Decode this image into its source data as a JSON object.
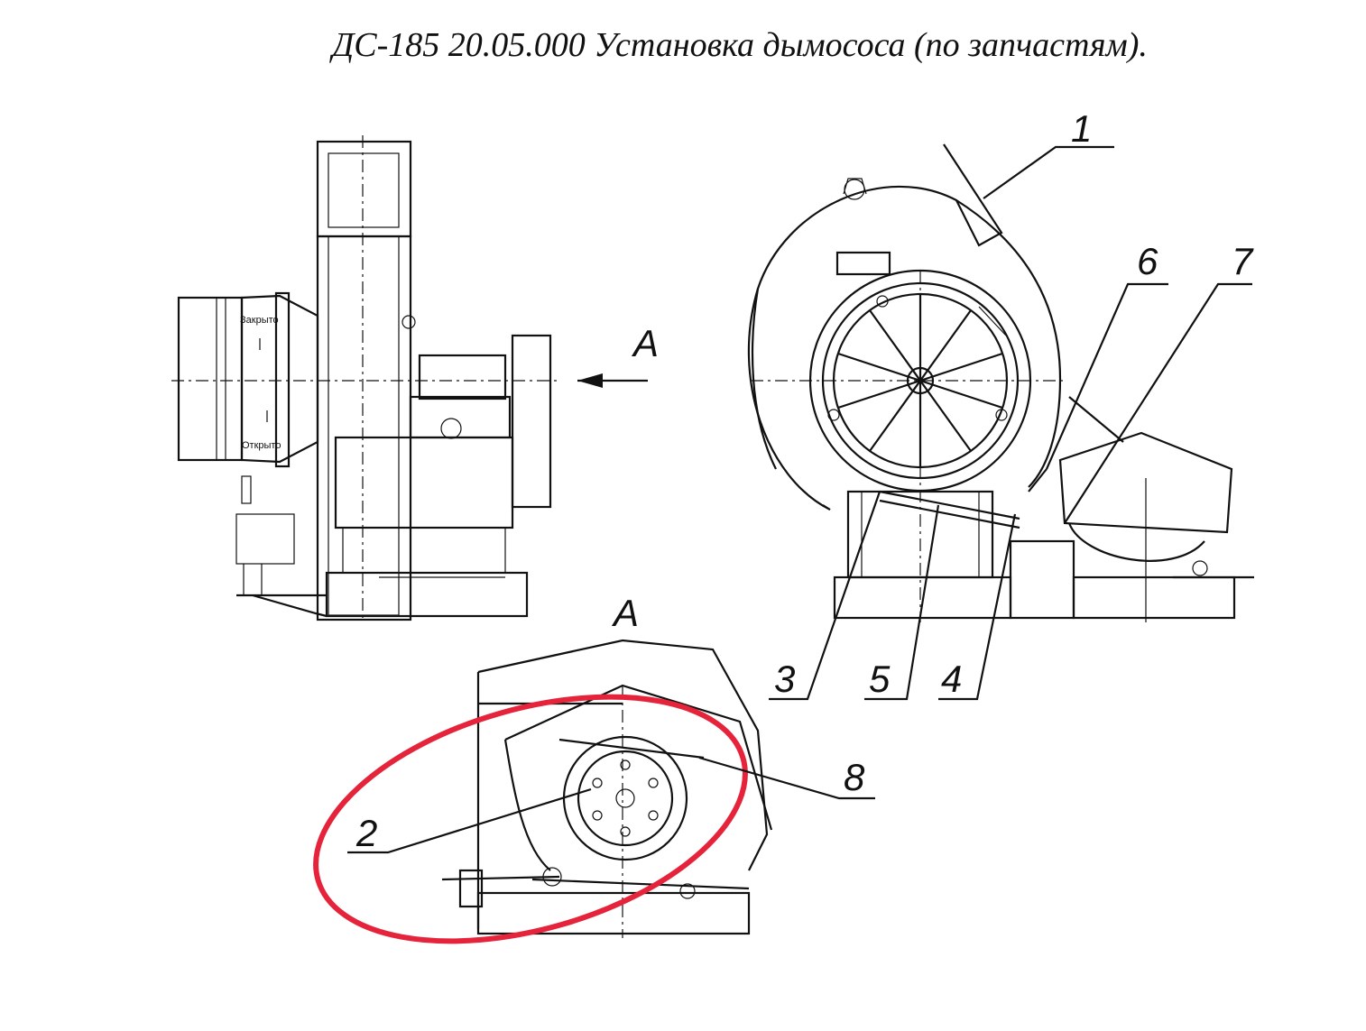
{
  "title": "ДС-185 20.05.000 Установка дымососа (по запчастям).",
  "view_label": "A",
  "side_labels": {
    "closed": "Закрыто",
    "open": "Открыто"
  },
  "callouts": [
    "1",
    "2",
    "3",
    "4",
    "5",
    "6",
    "7",
    "8"
  ],
  "colors": {
    "line": "#111111",
    "highlight": "#e5243b",
    "background": "#ffffff"
  }
}
